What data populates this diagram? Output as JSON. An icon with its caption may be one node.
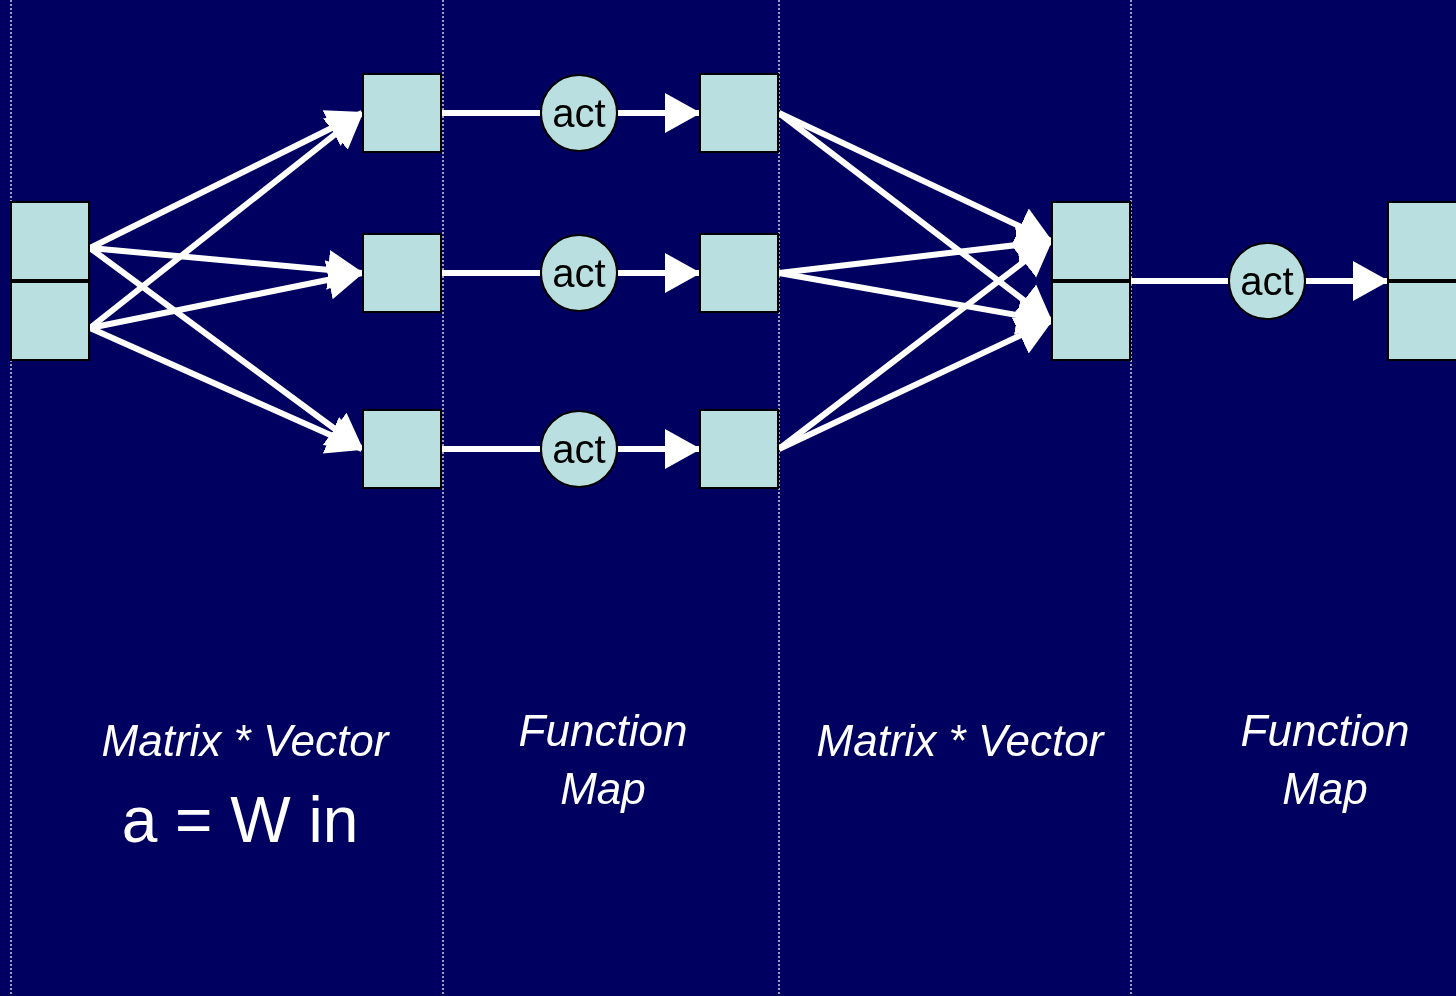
{
  "diagram": {
    "nodes": [
      {
        "text": [],
        "shape": "box"
      },
      {
        "text": [],
        "shape": "box"
      },
      {
        "text": [],
        "shape": "box"
      },
      {
        "text": [],
        "shape": "box"
      },
      {
        "text": [],
        "shape": "box"
      },
      {
        "text": [
          "act"
        ]
      },
      {
        "text": [
          "act"
        ]
      },
      {
        "text": [
          "act"
        ]
      },
      {
        "text": [],
        "shape": "box"
      },
      {
        "text": [],
        "shape": "box"
      },
      {
        "text": [],
        "shape": "box"
      },
      {
        "text": [],
        "shape": "box"
      },
      {
        "text": [],
        "shape": "box"
      },
      {
        "text": [
          "act"
        ]
      },
      {
        "text": [],
        "shape": "box"
      },
      {
        "text": [],
        "shape": "box"
      }
    ],
    "edges": [
      {
        "from": 0,
        "to": 2,
        "arrow": "to"
      },
      {
        "from": 0,
        "to": 3,
        "arrow": "to"
      },
      {
        "from": 0,
        "to": 4,
        "arrow": "to"
      },
      {
        "from": 1,
        "to": 2,
        "arrow": "to"
      },
      {
        "from": 1,
        "to": 3,
        "arrow": "to"
      },
      {
        "from": 1,
        "to": 4,
        "arrow": "to"
      },
      {
        "from": 2,
        "to": 5,
        "arrow": "none"
      },
      {
        "from": 5,
        "to": 8,
        "arrow": "to"
      },
      {
        "from": 3,
        "to": 6,
        "arrow": "none"
      },
      {
        "from": 6,
        "to": 9,
        "arrow": "to"
      },
      {
        "from": 4,
        "to": 7,
        "arrow": "none"
      },
      {
        "from": 7,
        "to": 10,
        "arrow": "to"
      },
      {
        "from": 8,
        "to": 11,
        "arrow": "to"
      },
      {
        "from": 8,
        "to": 12,
        "arrow": "to"
      },
      {
        "from": 9,
        "to": 11,
        "arrow": "to"
      },
      {
        "from": 9,
        "to": 12,
        "arrow": "to"
      },
      {
        "from": 10,
        "to": 11,
        "arrow": "to"
      },
      {
        "from": 10,
        "to": 12,
        "arrow": "to"
      },
      {
        "from": 11,
        "to": 13,
        "arrow": "none"
      },
      {
        "from": 12,
        "to": 13,
        "arrow": "none"
      },
      {
        "from": 13,
        "to": 14,
        "arrow": "to"
      },
      {
        "from": 13,
        "to": 15,
        "arrow": "to"
      }
    ],
    "labels": [
      "Matrix * Vector",
      "a = W in",
      "Function Map",
      "Matrix * Vector",
      "Function Map"
    ]
  }
}
